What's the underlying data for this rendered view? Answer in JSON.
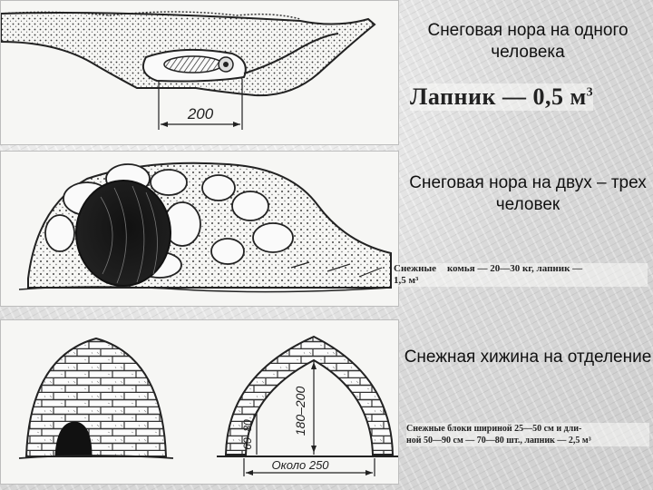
{
  "captions": {
    "one_person": "Снеговая нора на одного человека",
    "two_three": "Снеговая нора на двух – трех человек",
    "hut": "Снежная хижина на отделение"
  },
  "notes": {
    "one_person_base": "Лапник — 0,5 м",
    "one_person_exp": "3",
    "two_three_line1a": "Снежные",
    "two_three_line1b": "комья — 20—30 кг, лапник —",
    "two_three_line2": "1,5 м³",
    "hut_line1": "Снежные блоки шириной 25—50 см и дли-",
    "hut_line2": "ной 50—90 см — 70—80 шт., лапник — 2,5 м³"
  },
  "dimensions": {
    "burrow_length": "200",
    "arch_height": "180–200",
    "wall_height": "60–80",
    "base_width": "Около 250"
  }
}
